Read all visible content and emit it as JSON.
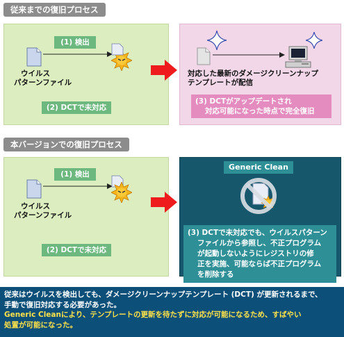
{
  "old_process": {
    "title": "従来までの復旧プロセス",
    "detect_label": "(1) 検出",
    "virus_label_1": "ウイルス",
    "virus_label_2": "パターンファイル",
    "unsupported_label": "(2) DCTで未対応",
    "template_text_1": "対応した最新のダメージクリーンナップ",
    "template_text_2": "テンプレートが配信",
    "restore_text_1": "(3) DCTがアップデートされ",
    "restore_text_2": "対応可能になった時点で完全復旧"
  },
  "new_process": {
    "title": "本バージョンでの復旧プロセス",
    "detect_label": "(1) 検出",
    "virus_label_1": "ウイルス",
    "virus_label_2": "パターンファイル",
    "unsupported_label": "(2) DCTで未対応",
    "generic_clean_label": "Generic Clean",
    "result_lines": [
      "(3) DCTで未対応でも、ウイルスパターン",
      "ファイルから参照し、不正プログラム",
      "が起動しないようにレジストリの修",
      "正を実施、可能ならば不正プログラム",
      "を削除する"
    ]
  },
  "footer": {
    "line1": "従来はウイルスを検出しても、ダメージクリーンナップテンプレート (DCT) が更新されるまで、",
    "line2": "手動で復旧対応する必要があった。",
    "highlight": "Generic Clean",
    "line3_rest": "により、テンプレートの更新を待たずに対応が可能になるため、すばやい",
    "line4": "処置が可能になった。"
  },
  "colors": {
    "header_gray": "#8c8c8c",
    "panel_green": "#dcedc0",
    "label_green": "#6cb87e",
    "panel_pink": "#f2d7e8",
    "label_pink": "#e48bc0",
    "panel_teal": "#16576b",
    "label_teal": "#2f8f97",
    "arrow_red": "#ee1c1c",
    "footer_blue": "#0c4f78",
    "footer_highlight": "#ffe24a"
  },
  "icons": [
    "document-icon",
    "virus-icon",
    "sparkle-icon",
    "computer-icon",
    "no-entry-icon",
    "arrow-right-icon"
  ]
}
